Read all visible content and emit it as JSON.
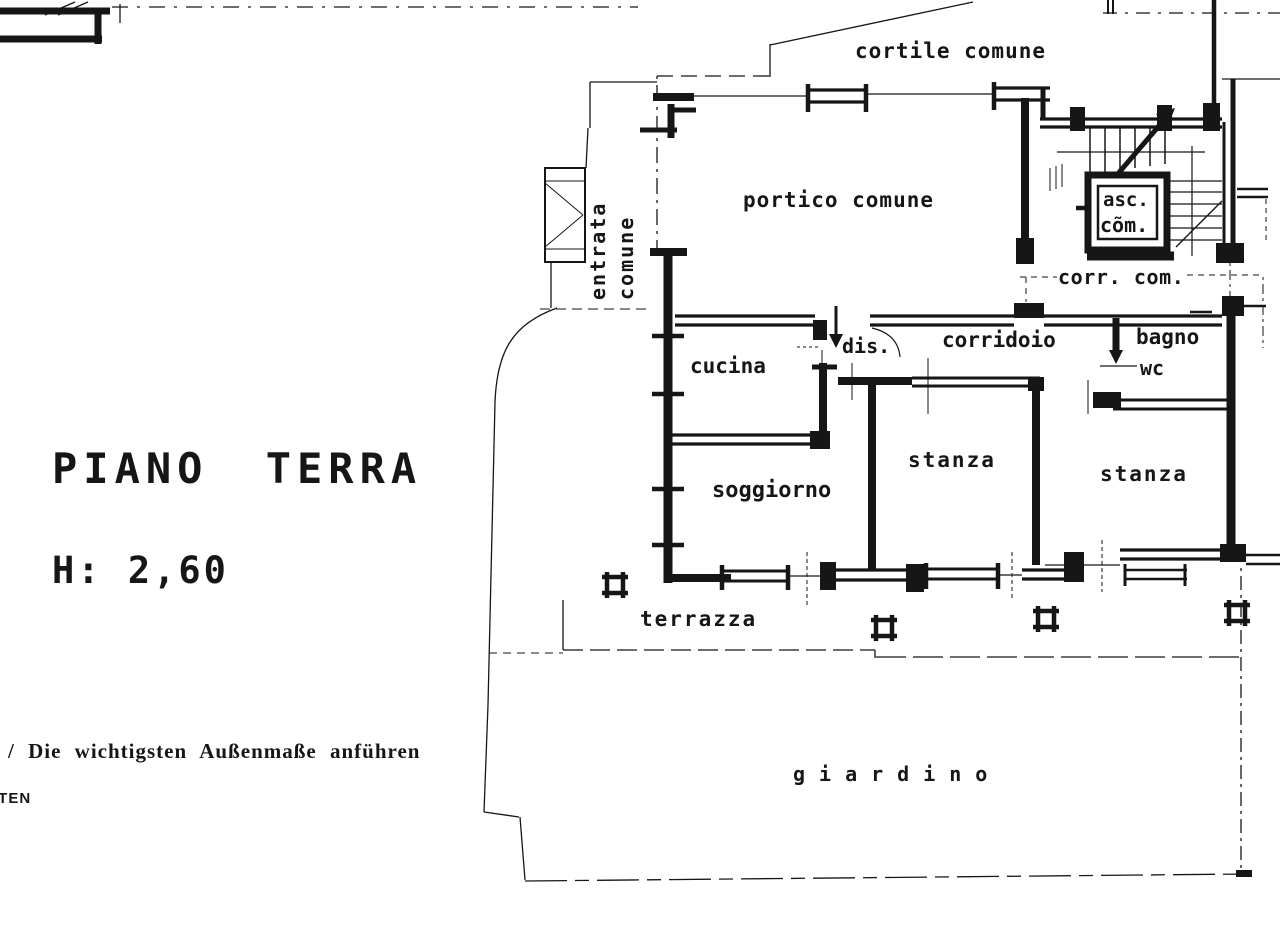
{
  "plan": {
    "title": "PIANO TERRA",
    "height_label": "H: 2,60",
    "note_de": "/ Die wichtigsten Außenmaße anführen",
    "note_fragment": "ITEN",
    "rooms": {
      "cortile": "cortile comune",
      "portico": "portico comune",
      "elevator_line1": "asc.",
      "elevator_line2": "cõm.",
      "corr_com": "corr. com.",
      "entrata_line1": "entrata",
      "entrata_line2": "comune",
      "dis": "dis.",
      "corridoio": "corridoio",
      "bagno": "bagno",
      "wc": "wc",
      "cucina": "cucina",
      "soggiorno": "soggiorno",
      "stanza_center": "stanza",
      "stanza_right": "stanza",
      "terrazza": "terrazza",
      "giardino": "giardino"
    },
    "colors": {
      "ink": "#161616",
      "paper": "#ffffff"
    }
  }
}
